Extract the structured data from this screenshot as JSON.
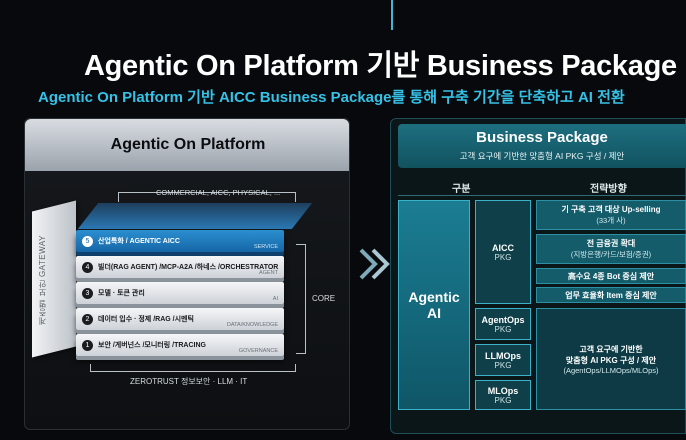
{
  "header": {
    "title": "Agentic On Platform 기반 Business Package",
    "subtitle": "Agentic On Platform 기반 AICC Business Package를 통해 구축 기간을 단축하고 AI 전환"
  },
  "left_panel": {
    "title": "Agentic On Platform",
    "commercial_label": "COMMERCIAL, AICC, PHYSICAL, ...",
    "gateway_label": "계층별 보안 GATEWAY",
    "core_label": "CORE",
    "zerotrust_label": "ZEROTRUST 정보보안 · LLM · IT",
    "layers": [
      {
        "num": "5",
        "text": "산업특화 / AGENTIC AICC",
        "tag": "SERVICE"
      },
      {
        "num": "4",
        "text": "빌더(RAG AGENT) /MCP-A2A /하네스 /ORCHESTRATOR",
        "tag": "AGENT"
      },
      {
        "num": "3",
        "text": "모델 · 토큰 관리",
        "tag": "AI"
      },
      {
        "num": "2",
        "text": "데이터 입수 · 정제 /RAG /시멘틱",
        "tag": "DATA/KNOWLEDGE"
      },
      {
        "num": "1",
        "text": "보안 /게버넌스 /모니터링 /TRACING",
        "tag": "GOVERNANCE"
      }
    ]
  },
  "right_panel": {
    "title": "Business Package",
    "subtitle": "고객 요구에 기반한 맞춤형 AI PKG 구성 / 제안",
    "col_category": "구분",
    "col_strategy": "전략방향",
    "agentic_line1": "Agentic",
    "agentic_line2": "AI",
    "packages": [
      {
        "name": "AICC",
        "pkg": "PKG"
      },
      {
        "name": "AgentOps",
        "pkg": "PKG"
      },
      {
        "name": "LLMOps",
        "pkg": "PKG"
      },
      {
        "name": "MLOps",
        "pkg": "PKG"
      }
    ],
    "strategies": [
      {
        "a": "기 구축 고객 대상 Up-selling",
        "b": "(33개 사)"
      },
      {
        "a": "전 금융권 확대",
        "b": "(지방은행/카드/보험/증권)"
      },
      {
        "a": "高수요 4종 Bot 중심 제안",
        "b": ""
      },
      {
        "a": "업무 효율화 Item 중심 제안",
        "b": ""
      },
      {
        "a": "고객 요구에 기반한",
        "b": "맞춤형 AI PKG 구성 / 제안",
        "c": "(AgentOps/LLMOps/MLOps)"
      }
    ]
  },
  "colors": {
    "accent": "#35c2e6",
    "layer_top": "#1666a6",
    "teal": "#155c6b"
  }
}
